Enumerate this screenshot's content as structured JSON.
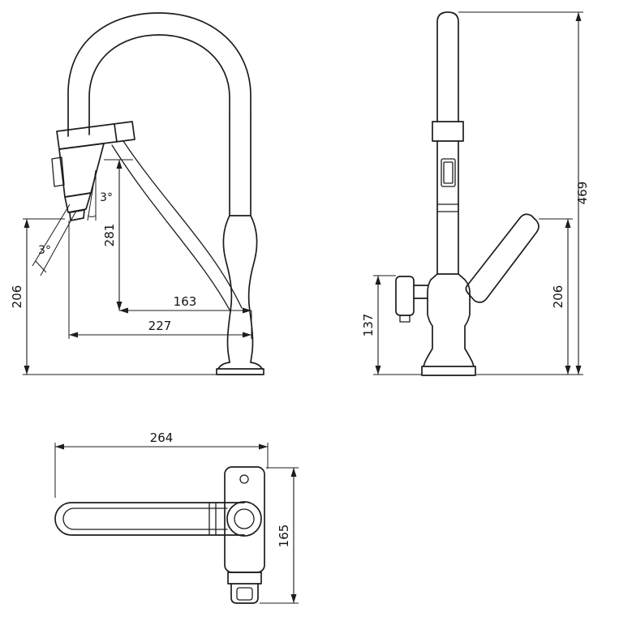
{
  "colors": {
    "background": "#ffffff",
    "ink": "#1d1d1d"
  },
  "views": {
    "front": {
      "dims": {
        "height_left": "206",
        "height_mid": "281",
        "reach_inner": "163",
        "reach_outer": "227",
        "angle_upper": "3°",
        "angle_lower": "3°"
      }
    },
    "side": {
      "dims": {
        "overall_height": "469",
        "handle_top_height": "206",
        "left_outlet_height": "137"
      }
    },
    "top": {
      "dims": {
        "overall_length": "264",
        "overall_depth": "165"
      }
    }
  }
}
